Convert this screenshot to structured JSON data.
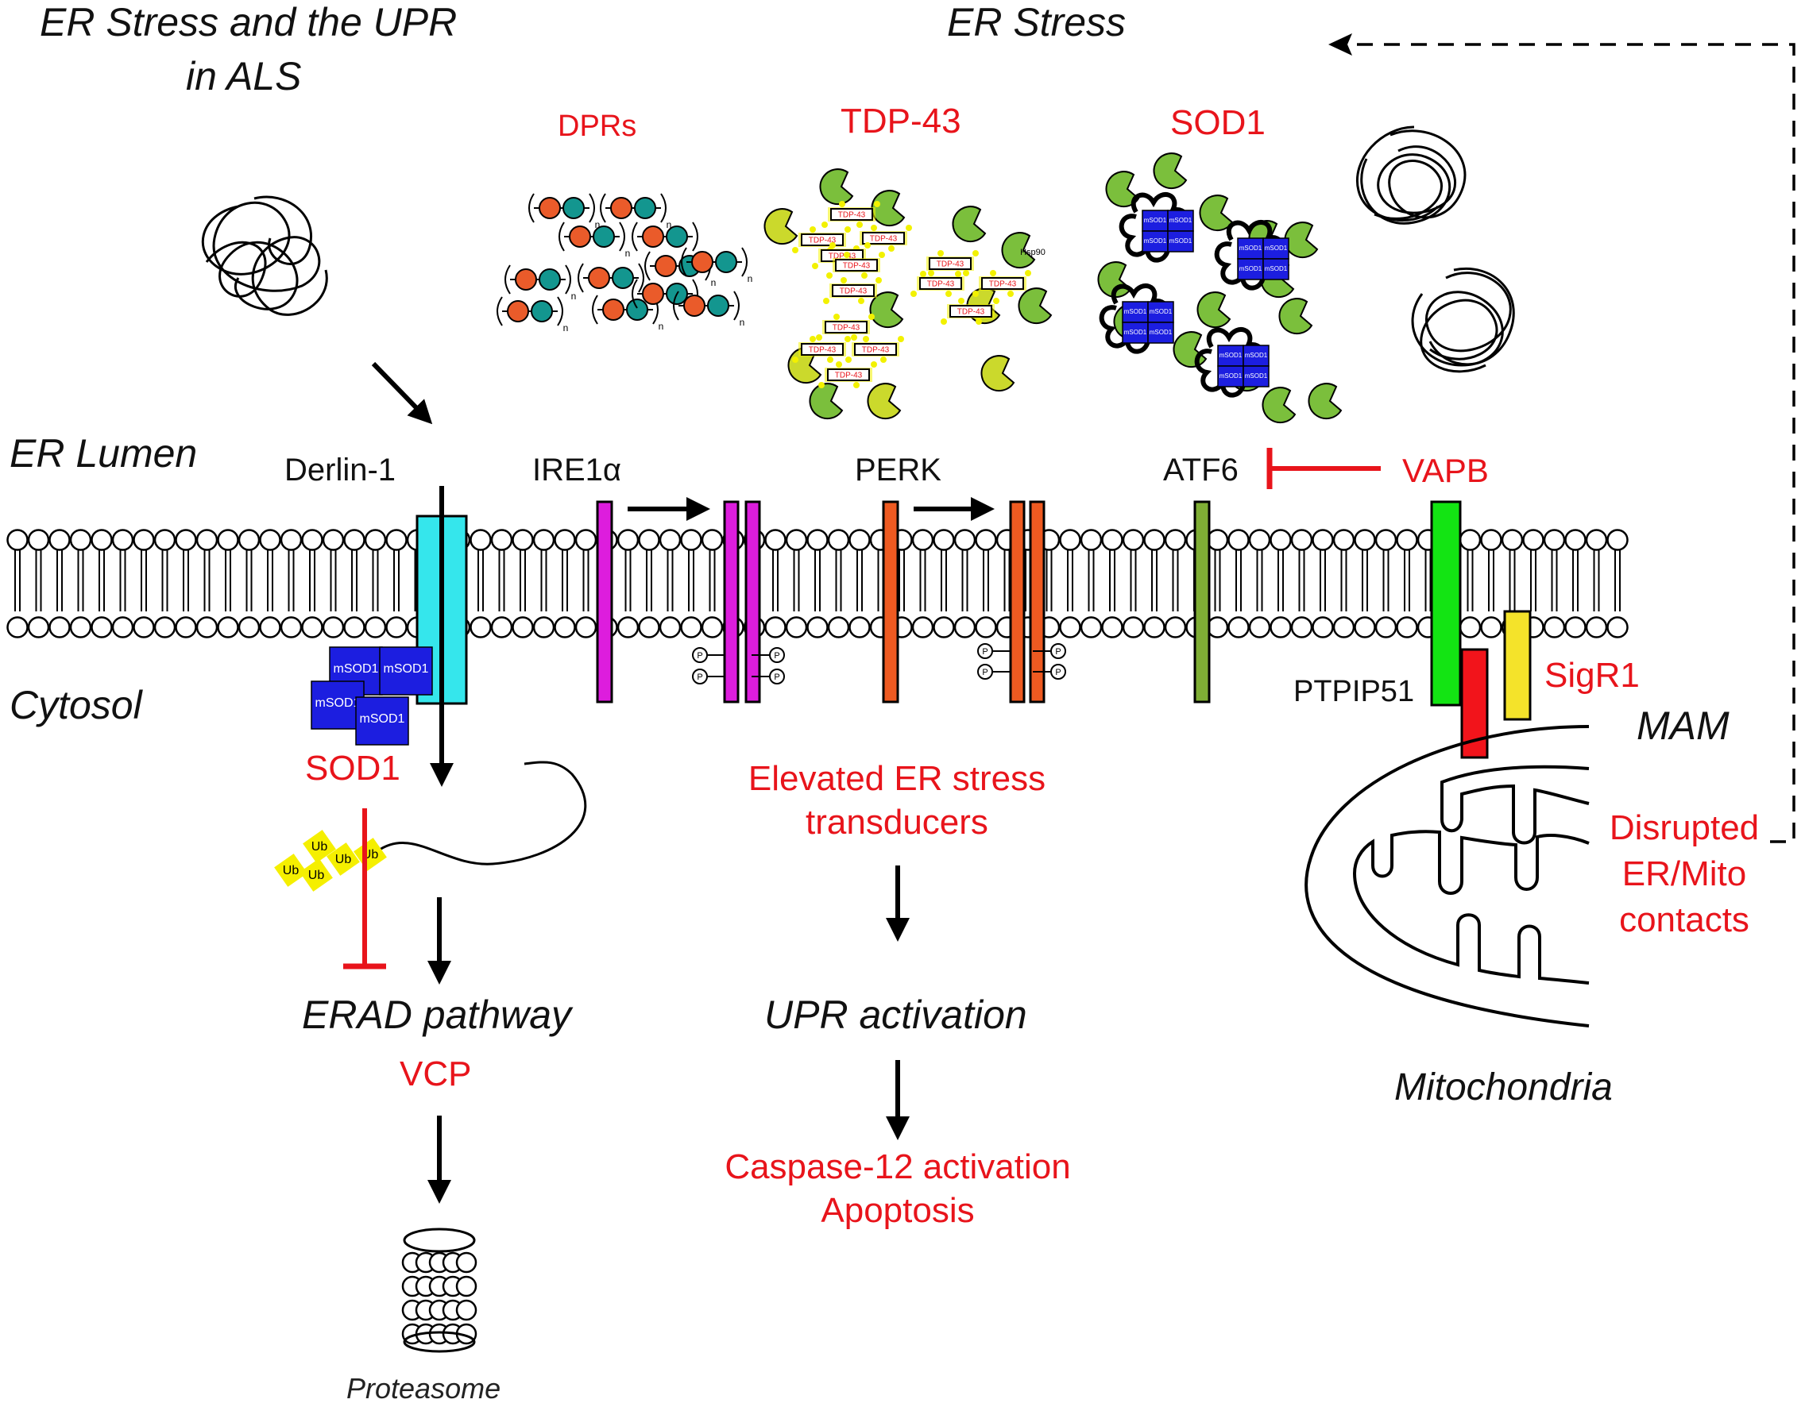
{
  "title": {
    "line1": "ER Stress and the UPR",
    "line2": "in ALS"
  },
  "er_stress_heading": "ER Stress",
  "regions": {
    "lumen": "ER Lumen",
    "cytosol": "Cytosol",
    "mam": "MAM",
    "mitochondria": "Mitochondria"
  },
  "aggregates": {
    "dprs": {
      "label": "DPRs",
      "repeat_subscript": "n"
    },
    "tdp43": {
      "label": "TDP-43",
      "protein_tag": "TDP-43",
      "chaperone_tag": "Hsp90"
    },
    "sod1": {
      "label": "SOD1",
      "protein_tag": "mSOD1"
    }
  },
  "proteins": {
    "derlin1": "Derlin-1",
    "ire1a": "IRE1α",
    "perk": "PERK",
    "atf6": "ATF6",
    "vapb": "VAPB",
    "ptpip51": "PTPIP51",
    "sigr1": "SigR1"
  },
  "phospho_tag": "P",
  "cytosolic_sod1": {
    "label": "SOD1",
    "boxes": [
      "mSOD1",
      "mSOD1",
      "mSOD1",
      "mSOD1"
    ]
  },
  "ubiquitin": {
    "tag": "Ub"
  },
  "erad": {
    "pathway": "ERAD pathway",
    "vcp": "VCP",
    "proteasome": "Proteasome"
  },
  "upr": {
    "transducers_line1": "Elevated ER stress",
    "transducers_line2": "transducers",
    "activation": "UPR activation",
    "caspase": "Caspase-12 activation",
    "apoptosis": "Apoptosis"
  },
  "contacts": {
    "line1": "Disrupted",
    "line2": "ER/Mito",
    "line3": "contacts"
  },
  "colors": {
    "red_label": "#e8141b",
    "derlin": "#35e6ec",
    "ire1a": "#dd1ddd",
    "perk": "#ee5a21",
    "atf6": "#7fae35",
    "vapb": "#13e413",
    "ptpip51": "#f2141b",
    "sigr1": "#f4e32a",
    "msod1": "#1c1ee0",
    "dpr_orange": "#ea5b2a",
    "dpr_teal": "#13968f",
    "hsp_green": "#7bbf3c",
    "hsp_yellow": "#cbd92c",
    "tdp_glow": "#f2f100",
    "ub_yellow": "#f5ef00"
  }
}
